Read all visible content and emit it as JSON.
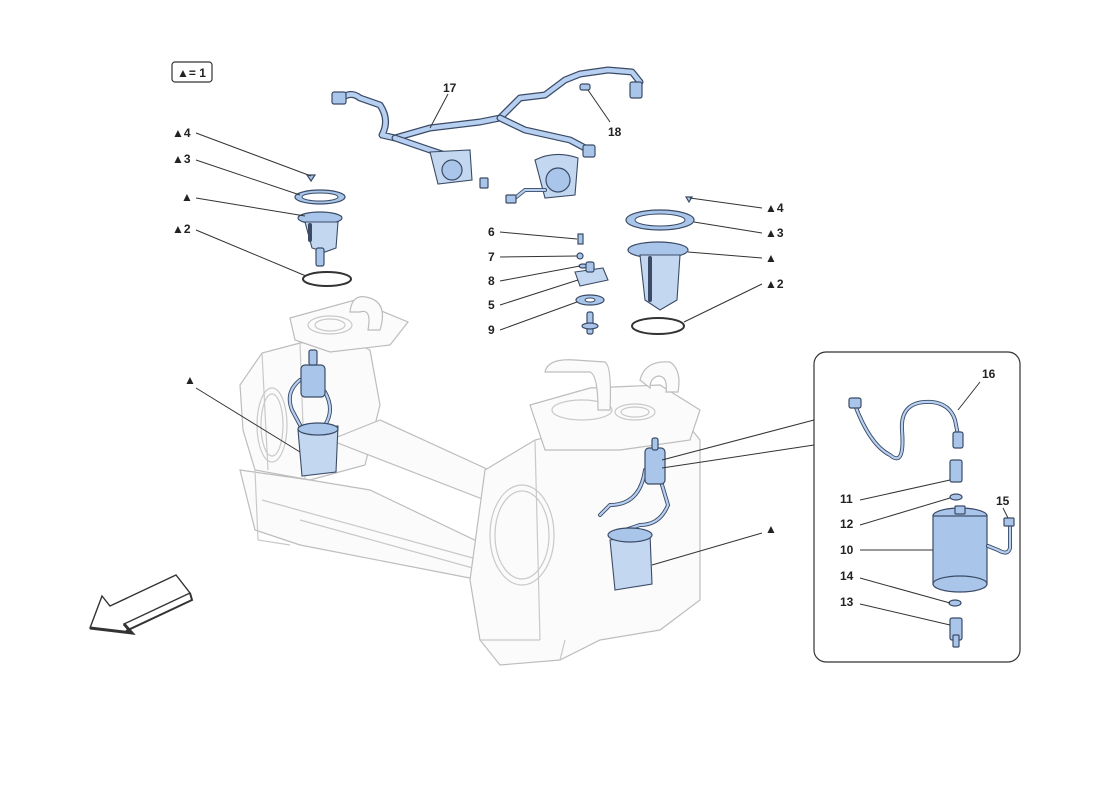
{
  "legend": {
    "text": "▲= 1"
  },
  "callouts": {
    "c17": "17",
    "c18": "18",
    "l_tri4": "▲4",
    "l_tri3": "▲3",
    "l_tri": "▲",
    "l_tri2": "▲2",
    "r_tri4": "▲4",
    "r_tri3": "▲3",
    "r_tri": "▲",
    "r_tri2": "▲2",
    "c6": "6",
    "c7": "7",
    "c8": "8",
    "c5": "5",
    "c9": "9",
    "tank_left_tri": "▲",
    "tank_right_tri": "▲",
    "c16": "16",
    "c11": "11",
    "c12": "12",
    "c10": "10",
    "c15": "15",
    "c14": "14",
    "c13": "13"
  },
  "colors": {
    "part_fill": "#a9c6ea",
    "part_stroke": "#3b4b66",
    "outline": "#c9c9c9",
    "leader": "#333333"
  }
}
